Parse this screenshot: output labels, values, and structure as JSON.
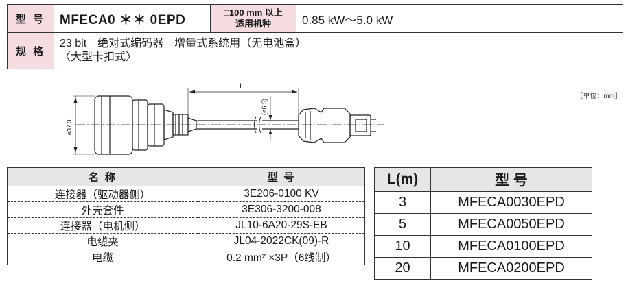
{
  "spec": {
    "model_label": "型 号",
    "model_value": "MFECA0 ＊＊ 0EPD",
    "applicable_label_line1": "□100 mm 以上",
    "applicable_label_line2": "适用机种",
    "power_range": "0.85 kW～5.0 kW",
    "spec_label": "规 格",
    "spec_line1": "23 bit　绝对式编码器　增量式系统用（无电池盒）",
    "spec_line2": "〈大型卡扣式〉"
  },
  "drawing": {
    "unit_note": "［单位：mm］",
    "dim_length": "L",
    "dim_cable_dia": "(ø6.5)",
    "dim_connector_dia": "ø37.3"
  },
  "parts_table": {
    "headers": [
      "名 称",
      "型 号"
    ],
    "rows": [
      [
        "连接器（驱动器侧）",
        "3E206-0100 KV"
      ],
      [
        "外壳套件",
        "3E306-3200-008"
      ],
      [
        "连接器（电机侧）",
        "JL10-6A20-29S-EB"
      ],
      [
        "电缆夹",
        "JL04-2022CK(09)-R"
      ],
      [
        "电缆",
        "0.2 mm² ×3P（6线制）"
      ]
    ]
  },
  "length_table": {
    "headers": [
      "L(m)",
      "型 号"
    ],
    "rows": [
      [
        "3",
        "MFECA0030EPD"
      ],
      [
        "5",
        "MFECA0050EPD"
      ],
      [
        "10",
        "MFECA0100EPD"
      ],
      [
        "20",
        "MFECA0200EPD"
      ]
    ]
  }
}
